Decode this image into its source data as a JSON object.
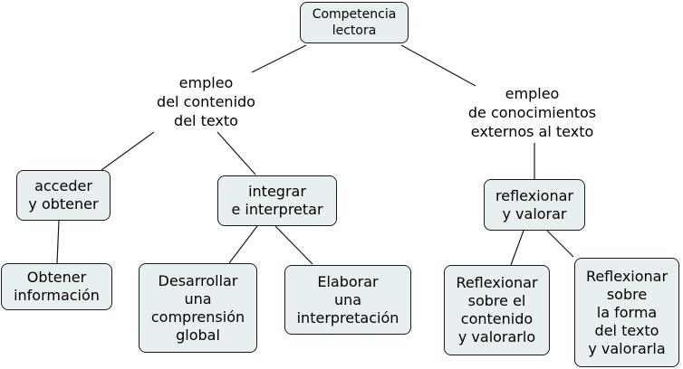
{
  "root": "Competencia\nlectora",
  "branches": {
    "left": "empleo\ndel contenido\ndel texto",
    "right": "empleo\nde conocimientos\nexternos al texto"
  },
  "nodes": {
    "acceder": "acceder\ny obtener",
    "integrar": "integrar\ne interpretar",
    "reflexionar": "reflexionar\ny valorar",
    "obtener": "Obtener\ninformación",
    "desarrollar": "Desarrollar\nuna\ncomprensión\nglobal",
    "elaborar": "Elaborar\nuna\ninterpretación",
    "reflex_contenido": "Reflexionar\nsobre el\ncontenido\ny valorarlo",
    "reflex_forma": "Reflexionar\nsobre\nla forma\ndel texto\ny valorarla"
  },
  "colors": {
    "node_fill": "#e8eff1",
    "border": "#1a1a1a"
  }
}
